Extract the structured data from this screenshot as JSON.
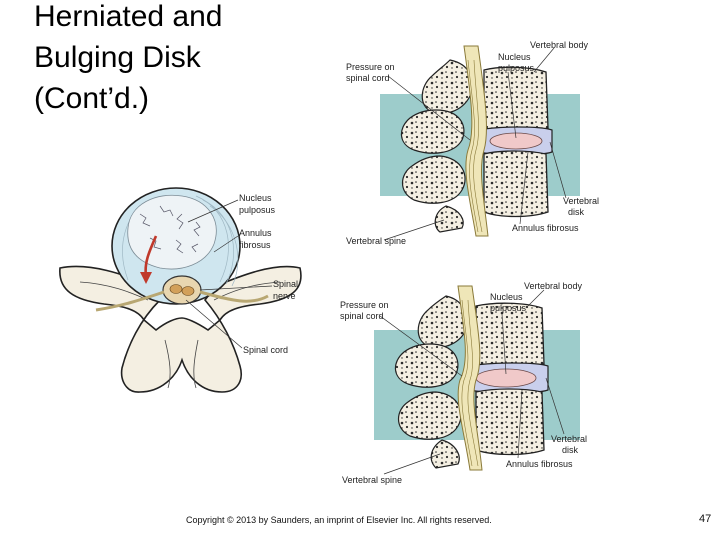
{
  "slide": {
    "title_lines": [
      "Herniated and",
      "Bulging Disk",
      "(Cont’d.)"
    ],
    "footer": "Copyright © 2013 by Saunders, an imprint of Elsevier Inc. All rights reserved.",
    "page_number": "47"
  },
  "figure_left": {
    "labels": {
      "nucleus": [
        "Nucleus",
        "pulposus"
      ],
      "annulus": [
        "Annulus",
        "fibrosus"
      ],
      "nerve": [
        "Spinal",
        "nerve"
      ],
      "cord": "Spinal cord"
    }
  },
  "figure_top": {
    "labels": {
      "vertebral_body": "Vertebral body",
      "nucleus": [
        "Nucleus",
        "pulposus"
      ],
      "pressure": [
        "Pressure on",
        "spinal cord"
      ],
      "disk": [
        "Vertebral",
        "disk"
      ],
      "annulus": "Annulus fibrosus",
      "spine": "Vertebral spine"
    }
  },
  "figure_bottom": {
    "labels": {
      "vertebral_body": "Vertebral body",
      "nucleus": [
        "Nucleus",
        "pulposus"
      ],
      "pressure": [
        "Pressure on",
        "spinal cord"
      ],
      "disk": [
        "Vertebral",
        "disk"
      ],
      "annulus": "Annulus fibrosus",
      "spine": "Vertebral spine"
    }
  },
  "colors": {
    "panel_bg": "#9dcccb",
    "bone": "#f4efe2",
    "disk": "#c9cfec",
    "nucleus": "#f0c9c9",
    "arrow": "#c0392b"
  }
}
